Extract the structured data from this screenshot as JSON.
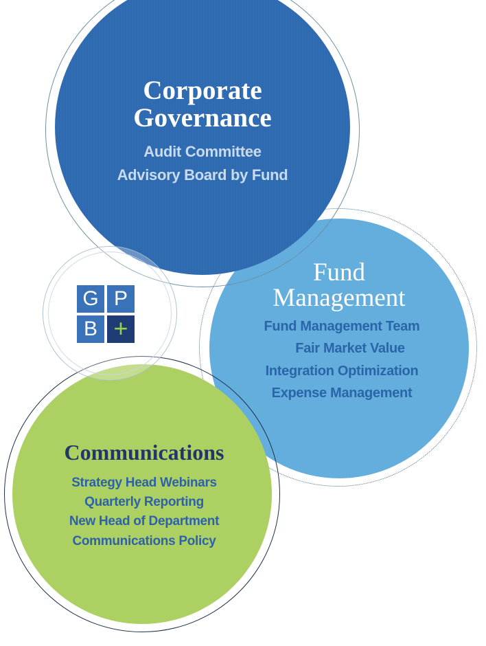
{
  "corporate_governance": {
    "title": "Corporate Governance",
    "items": [
      "Audit Committee",
      "Advisory Board by Fund"
    ]
  },
  "fund_management": {
    "title_line1": "Fund",
    "title_line2": "Management",
    "items": [
      "Fund Management Team",
      "Fair Market Value",
      "Integration Optimization",
      "Expense Management"
    ]
  },
  "communications": {
    "title": "Communications",
    "items": [
      "Strategy Head Webinars",
      "Quarterly Reporting",
      "New Head of Department",
      "Communications Policy"
    ]
  },
  "logo": {
    "letters": [
      "G",
      "P",
      "B",
      "+"
    ]
  },
  "colors": {
    "corporate_blue": "#316db4",
    "fund_light_blue": "#64aedd",
    "communications_green": "#acd061",
    "navy_text": "#23366a",
    "item_blue": "#2e62a8"
  }
}
